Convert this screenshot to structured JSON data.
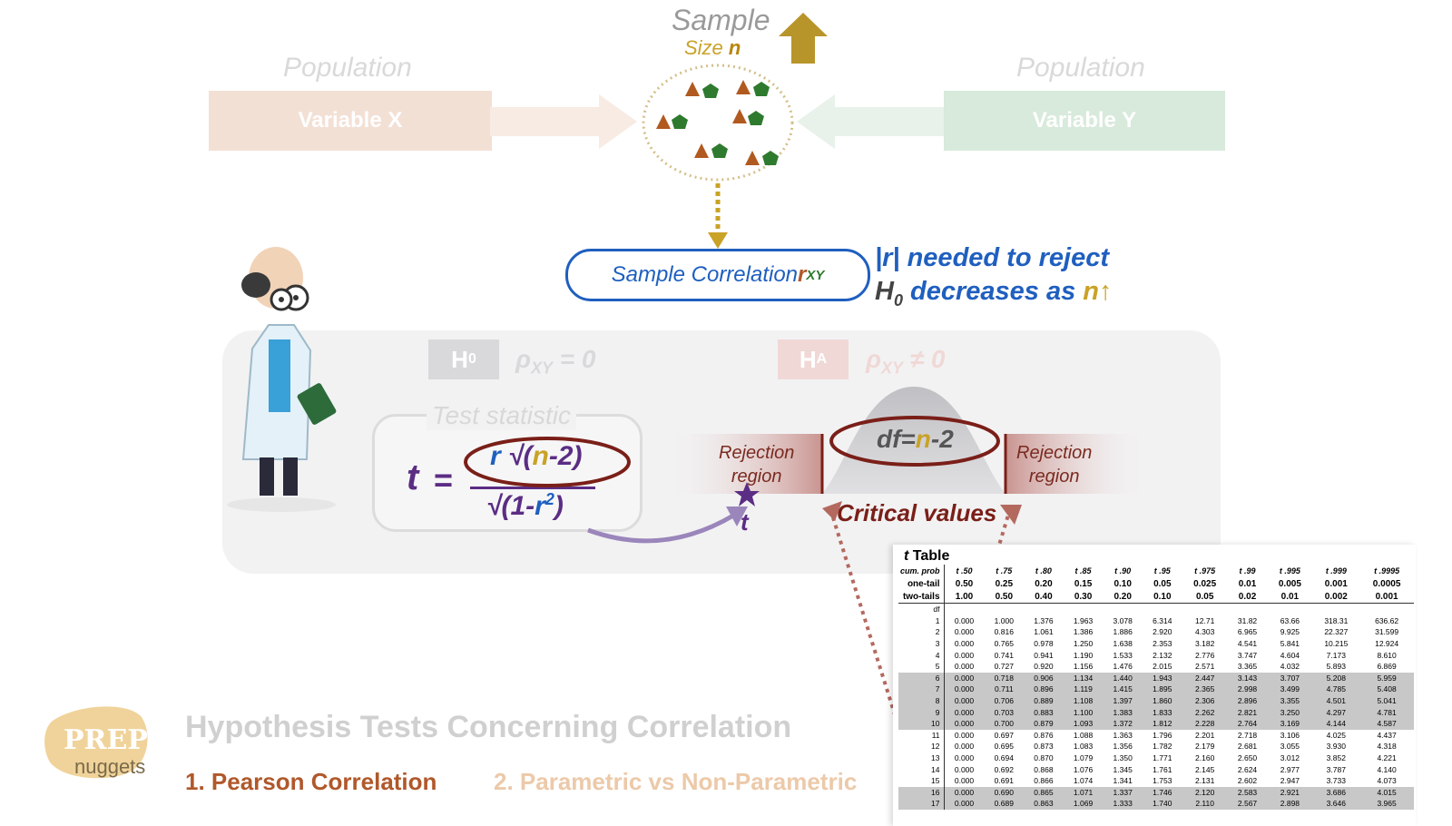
{
  "sample": {
    "title": "Sample",
    "size_prefix": "Size ",
    "size_var": "n"
  },
  "population_left": {
    "label": "Population",
    "variable": "Variable X"
  },
  "population_right": {
    "label": "Population",
    "variable": "Variable Y"
  },
  "sample_correlation": {
    "text": "Sample Correlation ",
    "symbol": "r",
    "sub": "XY"
  },
  "note": {
    "line1_pre": "|",
    "line1_r": "r",
    "line1_post": "| needed to reject",
    "h": "H",
    "h_sub": "0",
    "line2": " decreases as ",
    "n": "n",
    "arrow": "↑"
  },
  "hypotheses": {
    "h0": {
      "letter": "H",
      "sub": "0",
      "rho": "ρ",
      "rho_sub": "XY",
      "rel": " = 0"
    },
    "ha": {
      "letter": "H",
      "sub": "A",
      "rho": "ρ",
      "rho_sub": "XY",
      "rel": " ≠ 0"
    }
  },
  "test_statistic": {
    "label": "Test statistic",
    "t": "t",
    "eq": "=",
    "num_r": "r",
    "num_sqrt": " √(",
    "num_n": "n",
    "num_end": "-2)",
    "den_pre": "√(1-",
    "den_r": "r",
    "den_sq": "2",
    "den_end": ")"
  },
  "distribution": {
    "df_pre": "df=",
    "df_n": "n",
    "df_end": "-2",
    "rejection_left": [
      "Rejection",
      "region"
    ],
    "rejection_right": [
      "Rejection",
      "region"
    ],
    "critical": "Critical values",
    "t_marker": "t"
  },
  "footer": {
    "logo_top": "PREP",
    "logo_bottom": "nuggets",
    "title": "Hypothesis Tests Concerning Correlation",
    "item1": "1. Pearson Correlation",
    "item2": "2. Parametric vs Non-Parametric"
  },
  "colors": {
    "blue": "#1f5fbf",
    "gold": "#c9a227",
    "maroon": "#7a1f18",
    "purple": "#5b2d84",
    "brown": "#b0582a"
  },
  "t_table": {
    "title_t": "t",
    "title_rest": " Table",
    "header_row": [
      "",
      "t .50",
      "t .75",
      "t .80",
      "t .85",
      "t .90",
      "t .95",
      "t .975",
      "t .99",
      "t .995",
      "t .999",
      "t .9995"
    ],
    "cum_label": "cum. prob",
    "one_tail_label": "one-tail",
    "one_tail": [
      "0.50",
      "0.25",
      "0.20",
      "0.15",
      "0.10",
      "0.05",
      "0.025",
      "0.01",
      "0.005",
      "0.001",
      "0.0005"
    ],
    "two_tail_label": "two-tails",
    "two_tail": [
      "1.00",
      "0.50",
      "0.40",
      "0.30",
      "0.20",
      "0.10",
      "0.05",
      "0.02",
      "0.01",
      "0.002",
      "0.001"
    ],
    "df_label": "df",
    "rows": [
      [
        "1",
        "0.000",
        "1.000",
        "1.376",
        "1.963",
        "3.078",
        "6.314",
        "12.71",
        "31.82",
        "63.66",
        "318.31",
        "636.62"
      ],
      [
        "2",
        "0.000",
        "0.816",
        "1.061",
        "1.386",
        "1.886",
        "2.920",
        "4.303",
        "6.965",
        "9.925",
        "22.327",
        "31.599"
      ],
      [
        "3",
        "0.000",
        "0.765",
        "0.978",
        "1.250",
        "1.638",
        "2.353",
        "3.182",
        "4.541",
        "5.841",
        "10.215",
        "12.924"
      ],
      [
        "4",
        "0.000",
        "0.741",
        "0.941",
        "1.190",
        "1.533",
        "2.132",
        "2.776",
        "3.747",
        "4.604",
        "7.173",
        "8.610"
      ],
      [
        "5",
        "0.000",
        "0.727",
        "0.920",
        "1.156",
        "1.476",
        "2.015",
        "2.571",
        "3.365",
        "4.032",
        "5.893",
        "6.869"
      ],
      [
        "6",
        "0.000",
        "0.718",
        "0.906",
        "1.134",
        "1.440",
        "1.943",
        "2.447",
        "3.143",
        "3.707",
        "5.208",
        "5.959"
      ],
      [
        "7",
        "0.000",
        "0.711",
        "0.896",
        "1.119",
        "1.415",
        "1.895",
        "2.365",
        "2.998",
        "3.499",
        "4.785",
        "5.408"
      ],
      [
        "8",
        "0.000",
        "0.706",
        "0.889",
        "1.108",
        "1.397",
        "1.860",
        "2.306",
        "2.896",
        "3.355",
        "4.501",
        "5.041"
      ],
      [
        "9",
        "0.000",
        "0.703",
        "0.883",
        "1.100",
        "1.383",
        "1.833",
        "2.262",
        "2.821",
        "3.250",
        "4.297",
        "4.781"
      ],
      [
        "10",
        "0.000",
        "0.700",
        "0.879",
        "1.093",
        "1.372",
        "1.812",
        "2.228",
        "2.764",
        "3.169",
        "4.144",
        "4.587"
      ],
      [
        "11",
        "0.000",
        "0.697",
        "0.876",
        "1.088",
        "1.363",
        "1.796",
        "2.201",
        "2.718",
        "3.106",
        "4.025",
        "4.437"
      ],
      [
        "12",
        "0.000",
        "0.695",
        "0.873",
        "1.083",
        "1.356",
        "1.782",
        "2.179",
        "2.681",
        "3.055",
        "3.930",
        "4.318"
      ],
      [
        "13",
        "0.000",
        "0.694",
        "0.870",
        "1.079",
        "1.350",
        "1.771",
        "2.160",
        "2.650",
        "3.012",
        "3.852",
        "4.221"
      ],
      [
        "14",
        "0.000",
        "0.692",
        "0.868",
        "1.076",
        "1.345",
        "1.761",
        "2.145",
        "2.624",
        "2.977",
        "3.787",
        "4.140"
      ],
      [
        "15",
        "0.000",
        "0.691",
        "0.866",
        "1.074",
        "1.341",
        "1.753",
        "2.131",
        "2.602",
        "2.947",
        "3.733",
        "4.073"
      ],
      [
        "16",
        "0.000",
        "0.690",
        "0.865",
        "1.071",
        "1.337",
        "1.746",
        "2.120",
        "2.583",
        "2.921",
        "3.686",
        "4.015"
      ],
      [
        "17",
        "0.000",
        "0.689",
        "0.863",
        "1.069",
        "1.333",
        "1.740",
        "2.110",
        "2.567",
        "2.898",
        "3.646",
        "3.965"
      ]
    ]
  }
}
